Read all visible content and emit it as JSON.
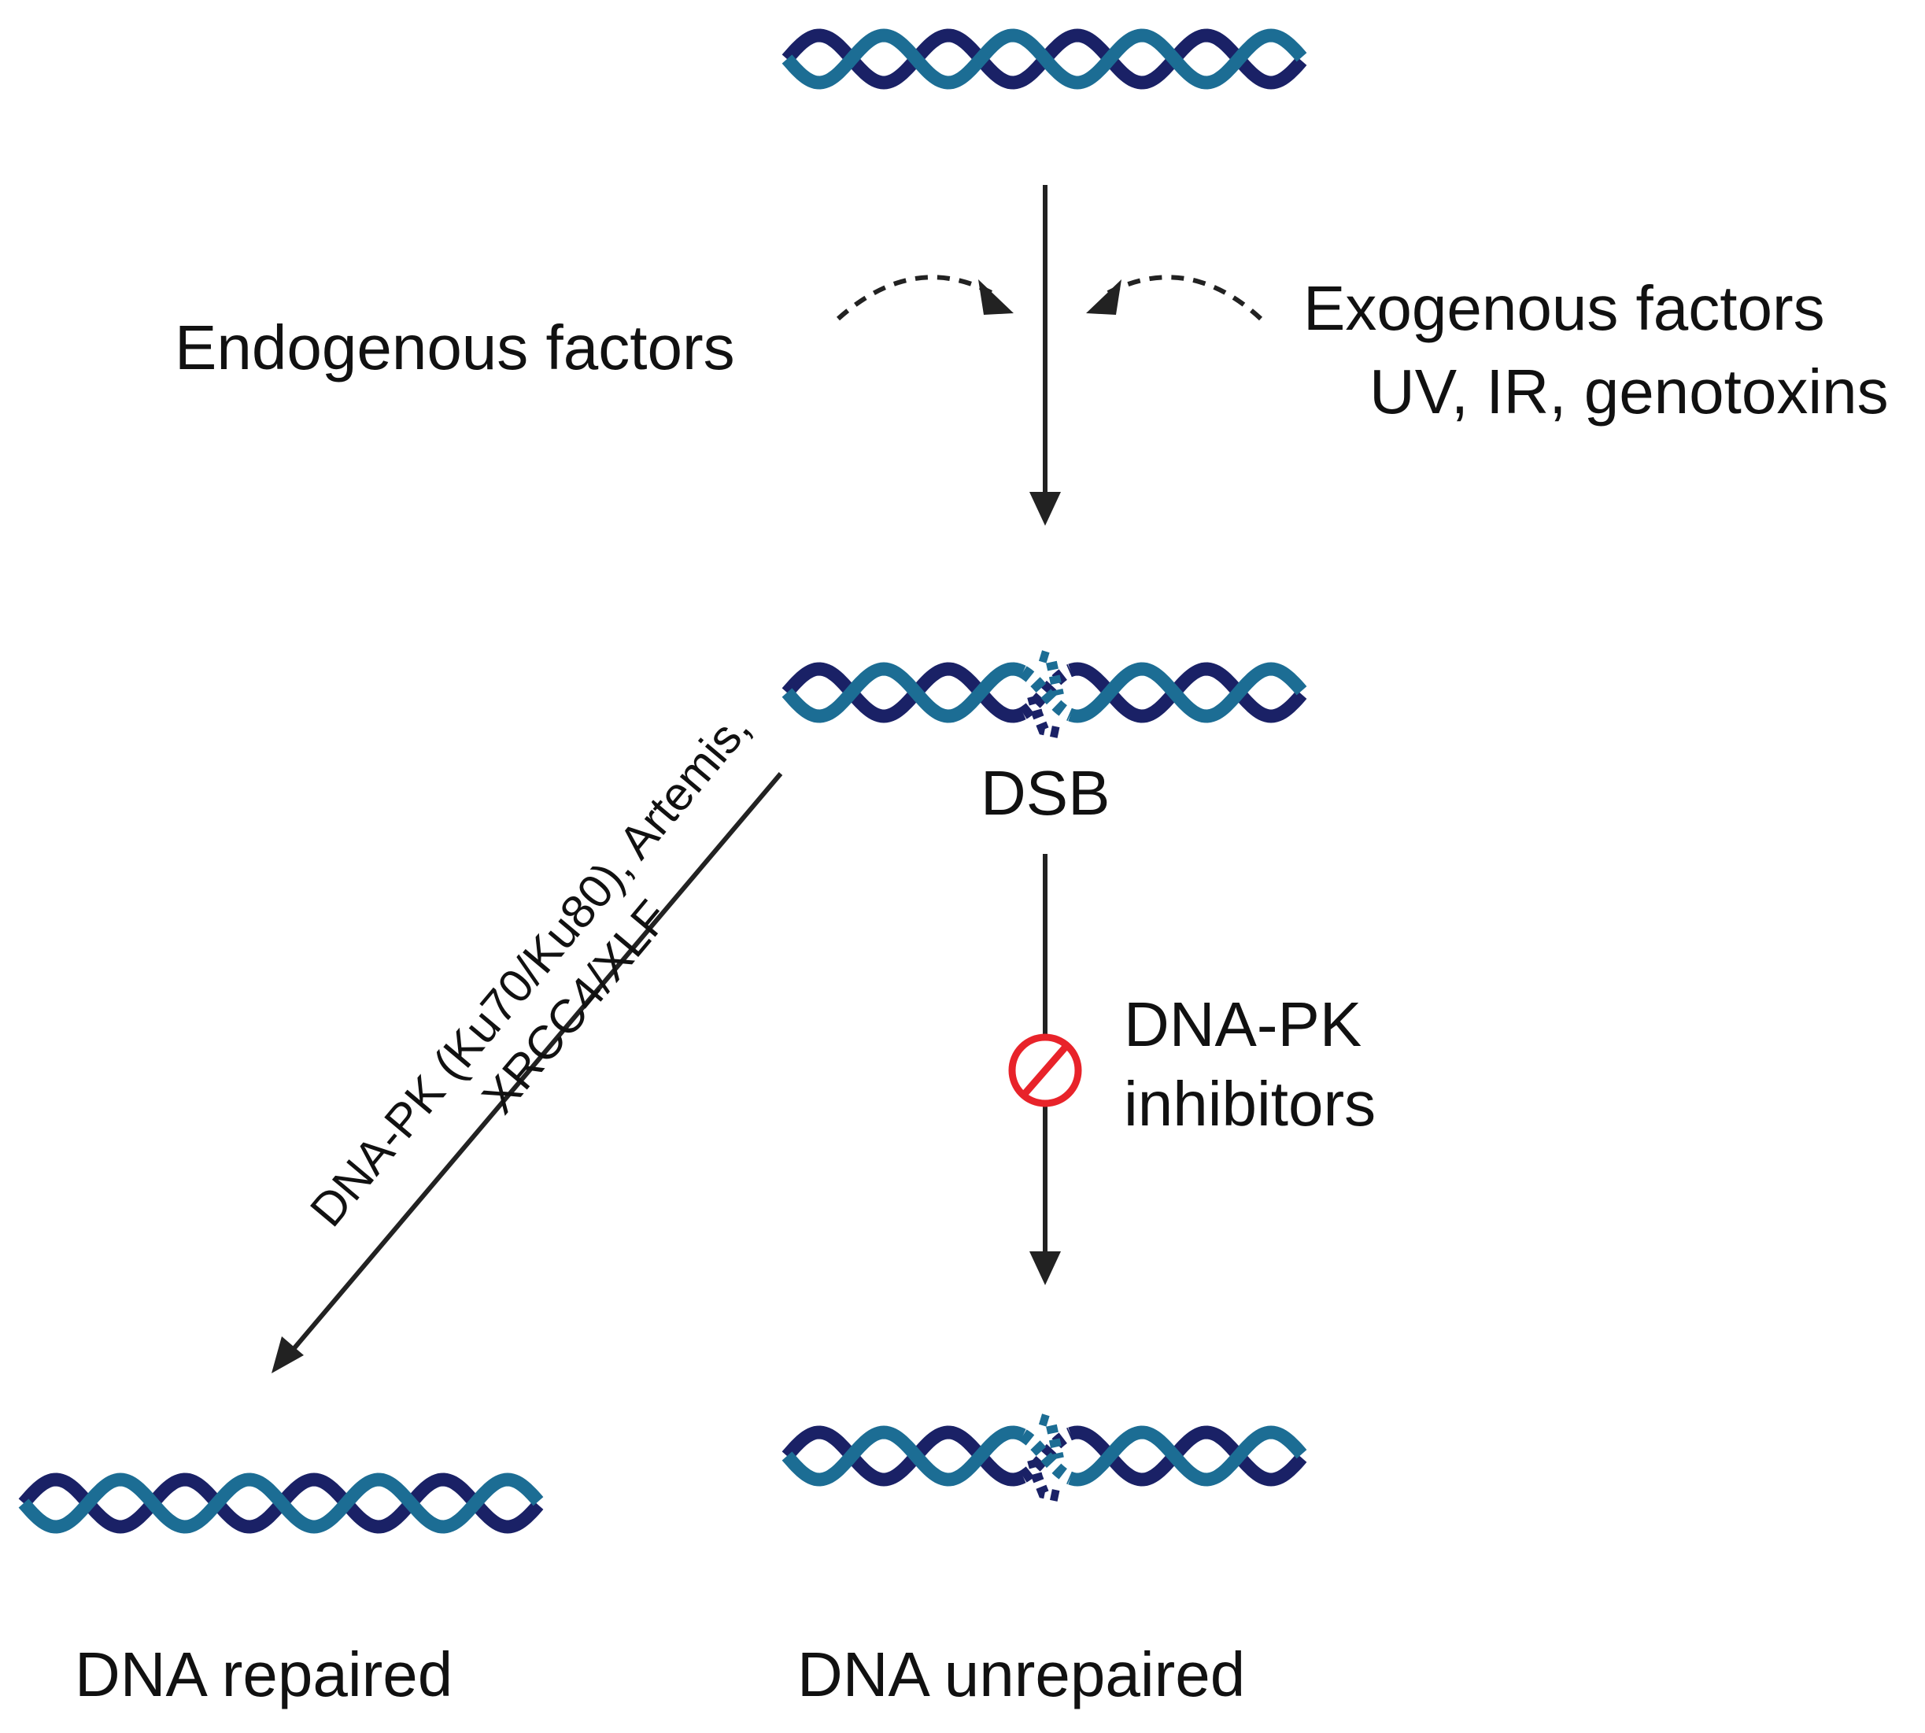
{
  "labels": {
    "endogenous": "Endogenous factors",
    "exogenous_line1": "Exogenous factors",
    "exogenous_line2": "UV, IR, genotoxins",
    "dsb": "DSB",
    "repair_pathway_line1": "DNA-PK (Ku70/Ku80), Artemis,",
    "repair_pathway_line2": "XRCC4/XLF",
    "inhibitor_line1": "DNA-PK",
    "inhibitor_line2": "inhibitors",
    "repaired": "DNA repaired",
    "unrepaired": "DNA unrepaired"
  },
  "colors": {
    "strand_light": "#1c6d94",
    "strand_dark": "#1a2166",
    "arrow": "#222222",
    "inhibit": "#e8232a"
  },
  "icons": {
    "inhibit": "no-entry-icon"
  }
}
